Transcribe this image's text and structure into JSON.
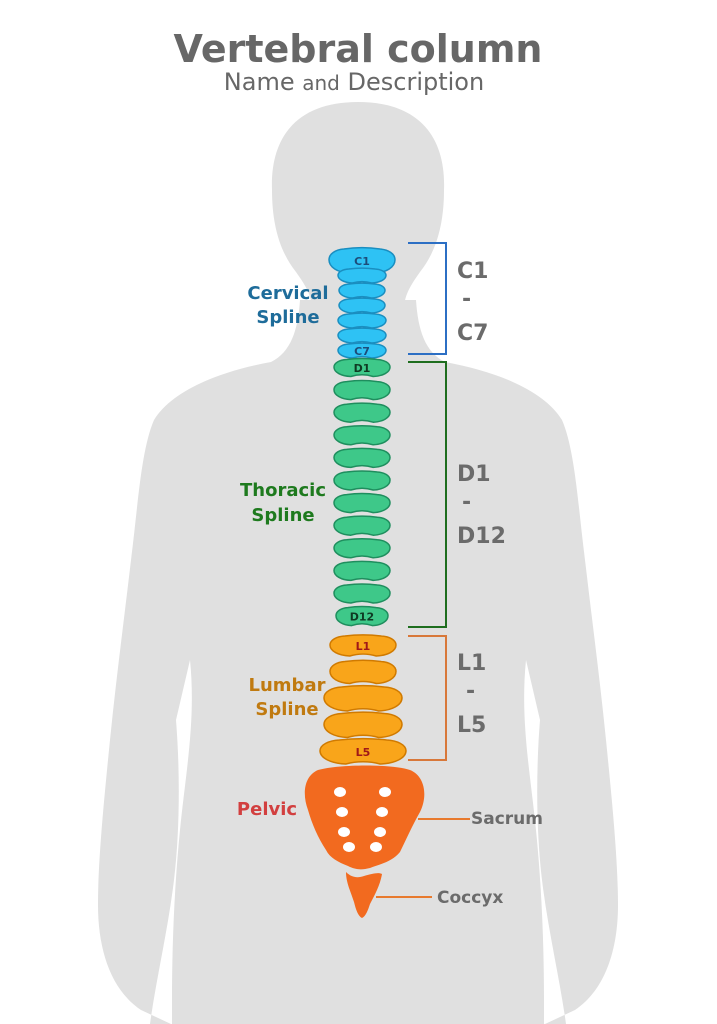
{
  "title": "Vertebral column",
  "subtitle": {
    "part1": "Name",
    "part2": "and",
    "part3": "Description"
  },
  "colors": {
    "body": "#e0e0e0",
    "cervical": "#2ec2f4",
    "cervical_stroke": "#1a8ec0",
    "cervical_text": "#1e6c9a",
    "thoracic": "#3ec889",
    "thoracic_stroke": "#1f8e5e",
    "thoracic_text": "#1e7a1e",
    "lumbar": "#f9a51a",
    "lumbar_stroke": "#d07a00",
    "lumbar_text": "#c07a10",
    "pelvic": "#f26a1f",
    "pelvic_text": "#d23f3f",
    "pointer": "#e87a2e"
  },
  "regions": {
    "cervical": {
      "name_line1": "Cervical",
      "name_line2": "Spline",
      "range_start": "C1",
      "range_dash": "-",
      "range_end": "C7",
      "first_label": "C1",
      "last_label": "C7",
      "count": 7
    },
    "thoracic": {
      "name_line1": "Thoracic",
      "name_line2": "Spline",
      "range_start": "D1",
      "range_dash": "-",
      "range_end": "D12",
      "first_label": "D1",
      "last_label": "D12",
      "count": 12
    },
    "lumbar": {
      "name_line1": "Lumbar",
      "name_line2": "Spline",
      "range_start": "L1",
      "range_dash": "-",
      "range_end": "L5",
      "first_label": "L1",
      "last_label": "L5",
      "count": 5
    },
    "pelvic": {
      "name": "Pelvic",
      "sacrum_label": "Sacrum",
      "coccyx_label": "Coccyx"
    }
  }
}
